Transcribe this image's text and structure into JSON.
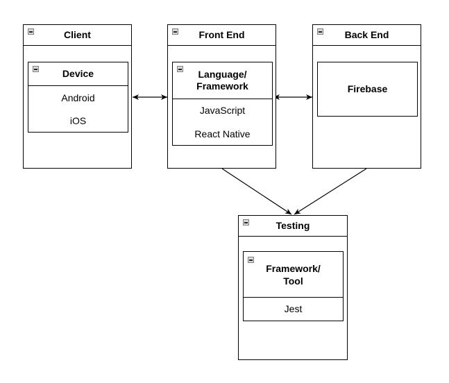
{
  "diagram": {
    "client": {
      "title": "Client",
      "inner": {
        "title": "Device",
        "items": [
          "Android",
          "iOS"
        ]
      }
    },
    "frontend": {
      "title": "Front End",
      "inner": {
        "title_line1": "Language/",
        "title_line2": "Framework",
        "items": [
          "JavaScript",
          "React Native"
        ]
      }
    },
    "backend": {
      "title": "Back End",
      "inner": {
        "title": "Firebase"
      }
    },
    "testing": {
      "title": "Testing",
      "inner": {
        "title_line1": "Framework/",
        "title_line2": "Tool",
        "items": [
          "Jest"
        ]
      }
    }
  }
}
